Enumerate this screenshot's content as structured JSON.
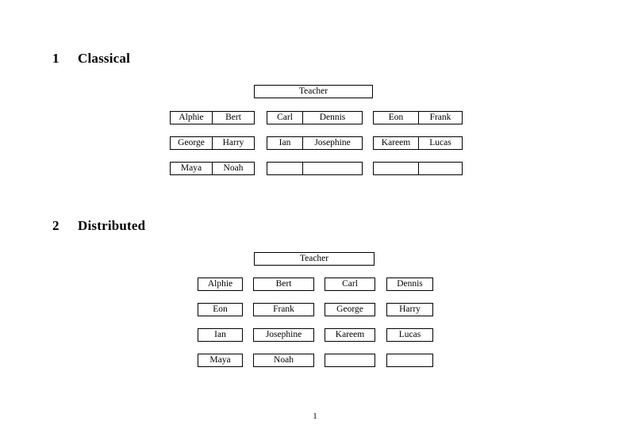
{
  "document": {
    "page_number": "1",
    "sections": [
      {
        "number": "1",
        "title": "Classical",
        "teacher_label": "Teacher",
        "groups": [
          {
            "name": "group-1",
            "rows": [
              [
                "Alphie",
                "Bert"
              ],
              [
                "George",
                "Harry"
              ],
              [
                "Maya",
                "Noah"
              ]
            ]
          },
          {
            "name": "group-2",
            "rows": [
              [
                "Carl",
                "Dennis"
              ],
              [
                "Ian",
                "Josephine"
              ],
              [
                "",
                ""
              ]
            ]
          },
          {
            "name": "group-3",
            "rows": [
              [
                "Eon",
                "Frank"
              ],
              [
                "Kareem",
                "Lucas"
              ],
              [
                "",
                ""
              ]
            ]
          }
        ]
      },
      {
        "number": "2",
        "title": "Distributed",
        "teacher_label": "Teacher",
        "rows": [
          [
            "Alphie",
            "Bert",
            "Carl",
            "Dennis"
          ],
          [
            "Eon",
            "Frank",
            "George",
            "Harry"
          ],
          [
            "Ian",
            "Josephine",
            "Kareem",
            "Lucas"
          ],
          [
            "Maya",
            "Noah",
            "",
            ""
          ]
        ]
      }
    ]
  }
}
